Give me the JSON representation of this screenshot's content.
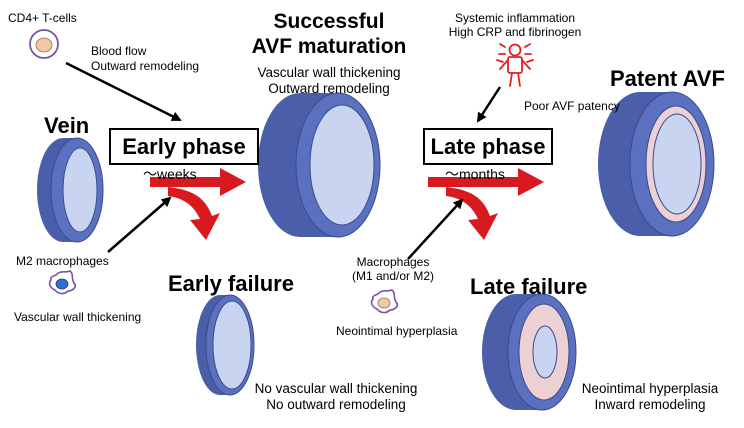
{
  "labels": {
    "cd4": "CD4+ T-cells",
    "blood_flow_1": "Blood flow",
    "blood_flow_2": "Outward remodeling",
    "vein": "Vein",
    "early_phase": "Early phase",
    "early_time": "～weeks",
    "m2_macrophages": "M2 macrophages",
    "vascular_wall_thickening_left": "Vascular wall thickening",
    "successful_1": "Successful",
    "successful_2": "AVF maturation",
    "succ_desc_1": "Vascular wall thickening",
    "succ_desc_2": "Outward remodeling",
    "early_failure": "Early failure",
    "early_fail_desc_1": "No vascular wall thickening",
    "early_fail_desc_2": "No outward remodeling",
    "systemic_1": "Systemic inflammation",
    "systemic_2": "High CRP and fibrinogen",
    "poor_patency": "Poor AVF patency",
    "late_phase": "Late phase",
    "late_time": "～months",
    "macrophages_1": "Macrophages",
    "macrophages_2": "(M1 and/or M2)",
    "neointimal_small": "Neointimal hyperplasia",
    "patent_avf": "Patent AVF",
    "late_failure": "Late failure",
    "late_fail_desc_1": "Neointimal hyperplasia",
    "late_fail_desc_2": "Inward remodeling"
  },
  "colors": {
    "vessel_outer": "#4a5ea9",
    "vessel_face": "#5b71bf",
    "lumen": "#c9d4f1",
    "intima": "#ecd0d4",
    "arrow_red": "#d8191f",
    "cell_purple": "#7a52a6",
    "cd4_nucleus": "#f2c7a3",
    "m2_nucleus": "#2f6fd0",
    "person_red": "#e02020"
  }
}
